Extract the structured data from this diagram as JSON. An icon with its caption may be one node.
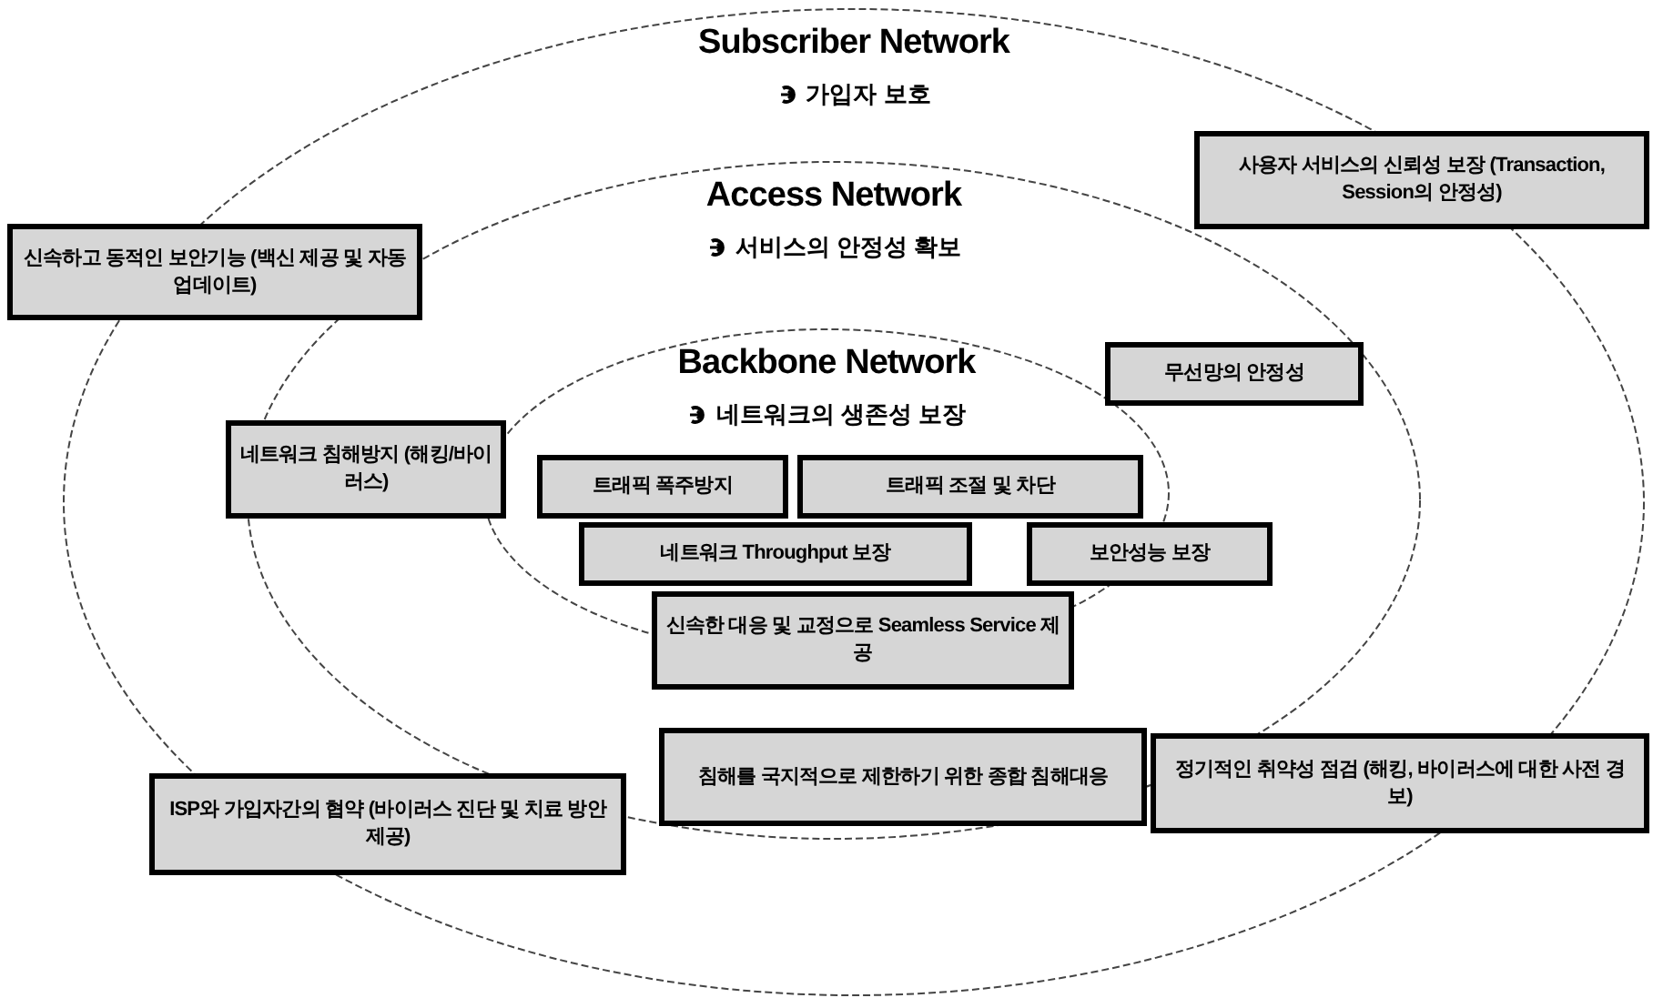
{
  "diagram": {
    "nodes": [
      {
        "text": [
          "Subscriber Network",
          "가입자 보호"
        ]
      },
      {
        "text": [
          "Access Network",
          "서비스의 안정성 확보"
        ],
        "in": 0
      },
      {
        "text": [
          "Backbone Network",
          "네트워크의 생존성 보장"
        ],
        "in": 1
      },
      {
        "text": [
          "사용자 서비스의 신뢰성 보장 (Transaction, Session의 안정성)"
        ],
        "in": 0
      },
      {
        "text": [
          "신속하고 동적인 보안기능 (백신 제공 및 자동 업데이트)"
        ]
      },
      {
        "text": [
          "무선망의 안정성"
        ],
        "in": 1
      },
      {
        "text": [
          "네트워크 침해방지 (해킹/바이러스)"
        ],
        "in": 0
      },
      {
        "text": [
          "트래픽 폭주방지"
        ],
        "in": 2
      },
      {
        "text": [
          "트래픽 조절 및 차단"
        ],
        "in": 2
      },
      {
        "text": [
          "네트워크 Throughput 보장"
        ],
        "in": 2
      },
      {
        "text": [
          "보안성능 보장"
        ],
        "in": 1
      },
      {
        "text": [
          "신속한 대응 및 교정으로 Seamless Service 제공"
        ],
        "in": 1
      },
      {
        "text": [
          "침해를 국지적으로 제한하기 위한 종합 침해대응"
        ],
        "in": 1
      },
      {
        "text": [
          "정기적인 취약성 점검 (해킹, 바이러스에 대한 사전 경보)"
        ],
        "in": 0
      },
      {
        "text": [
          "ISP와 가입자간의 협약 (바이러스 진단 및 치료 방안제공)"
        ],
        "in": 0
      }
    ]
  }
}
